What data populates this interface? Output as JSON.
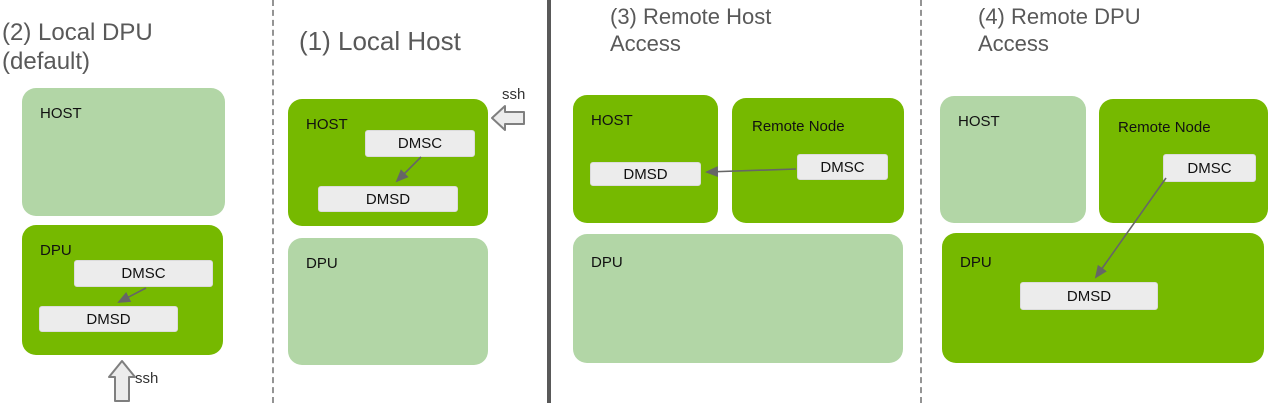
{
  "diagram": {
    "colors": {
      "bright_green": "#76b900",
      "light_green": "#b2d6a6",
      "chip_gray": "#ececec",
      "title_gray": "#595959",
      "connector_gray": "#666666",
      "divider_solid_gray": "#595959",
      "divider_dashed_gray": "#949494"
    },
    "panels": [
      {
        "name": "local_dpu_default",
        "title_lines": [
          "(2) Local DPU",
          "(default)"
        ],
        "host": {
          "label": "HOST"
        },
        "dpu": {
          "label": "DPU"
        },
        "dmsc": {
          "label": "DMSC"
        },
        "dmsd": {
          "label": "DMSD"
        },
        "ssh": {
          "label": "ssh"
        }
      },
      {
        "name": "local_host",
        "title_lines": [
          "(1) Local Host"
        ],
        "host": {
          "label": "HOST"
        },
        "dpu": {
          "label": "DPU"
        },
        "dmsc": {
          "label": "DMSC"
        },
        "dmsd": {
          "label": "DMSD"
        },
        "ssh": {
          "label": "ssh"
        }
      },
      {
        "name": "remote_host_access",
        "title_lines": [
          "(3) Remote Host",
          "Access"
        ],
        "host": {
          "label": "HOST"
        },
        "remote_node": {
          "label": "Remote Node"
        },
        "dpu": {
          "label": "DPU"
        },
        "dmsc": {
          "label": "DMSC"
        },
        "dmsd": {
          "label": "DMSD"
        }
      },
      {
        "name": "remote_dpu_access",
        "title_lines": [
          "(4) Remote DPU",
          "Access"
        ],
        "host": {
          "label": "HOST"
        },
        "remote_node": {
          "label": "Remote Node"
        },
        "dpu": {
          "label": "DPU"
        },
        "dmsc": {
          "label": "DMSC"
        },
        "dmsd": {
          "label": "DMSD"
        }
      }
    ]
  }
}
